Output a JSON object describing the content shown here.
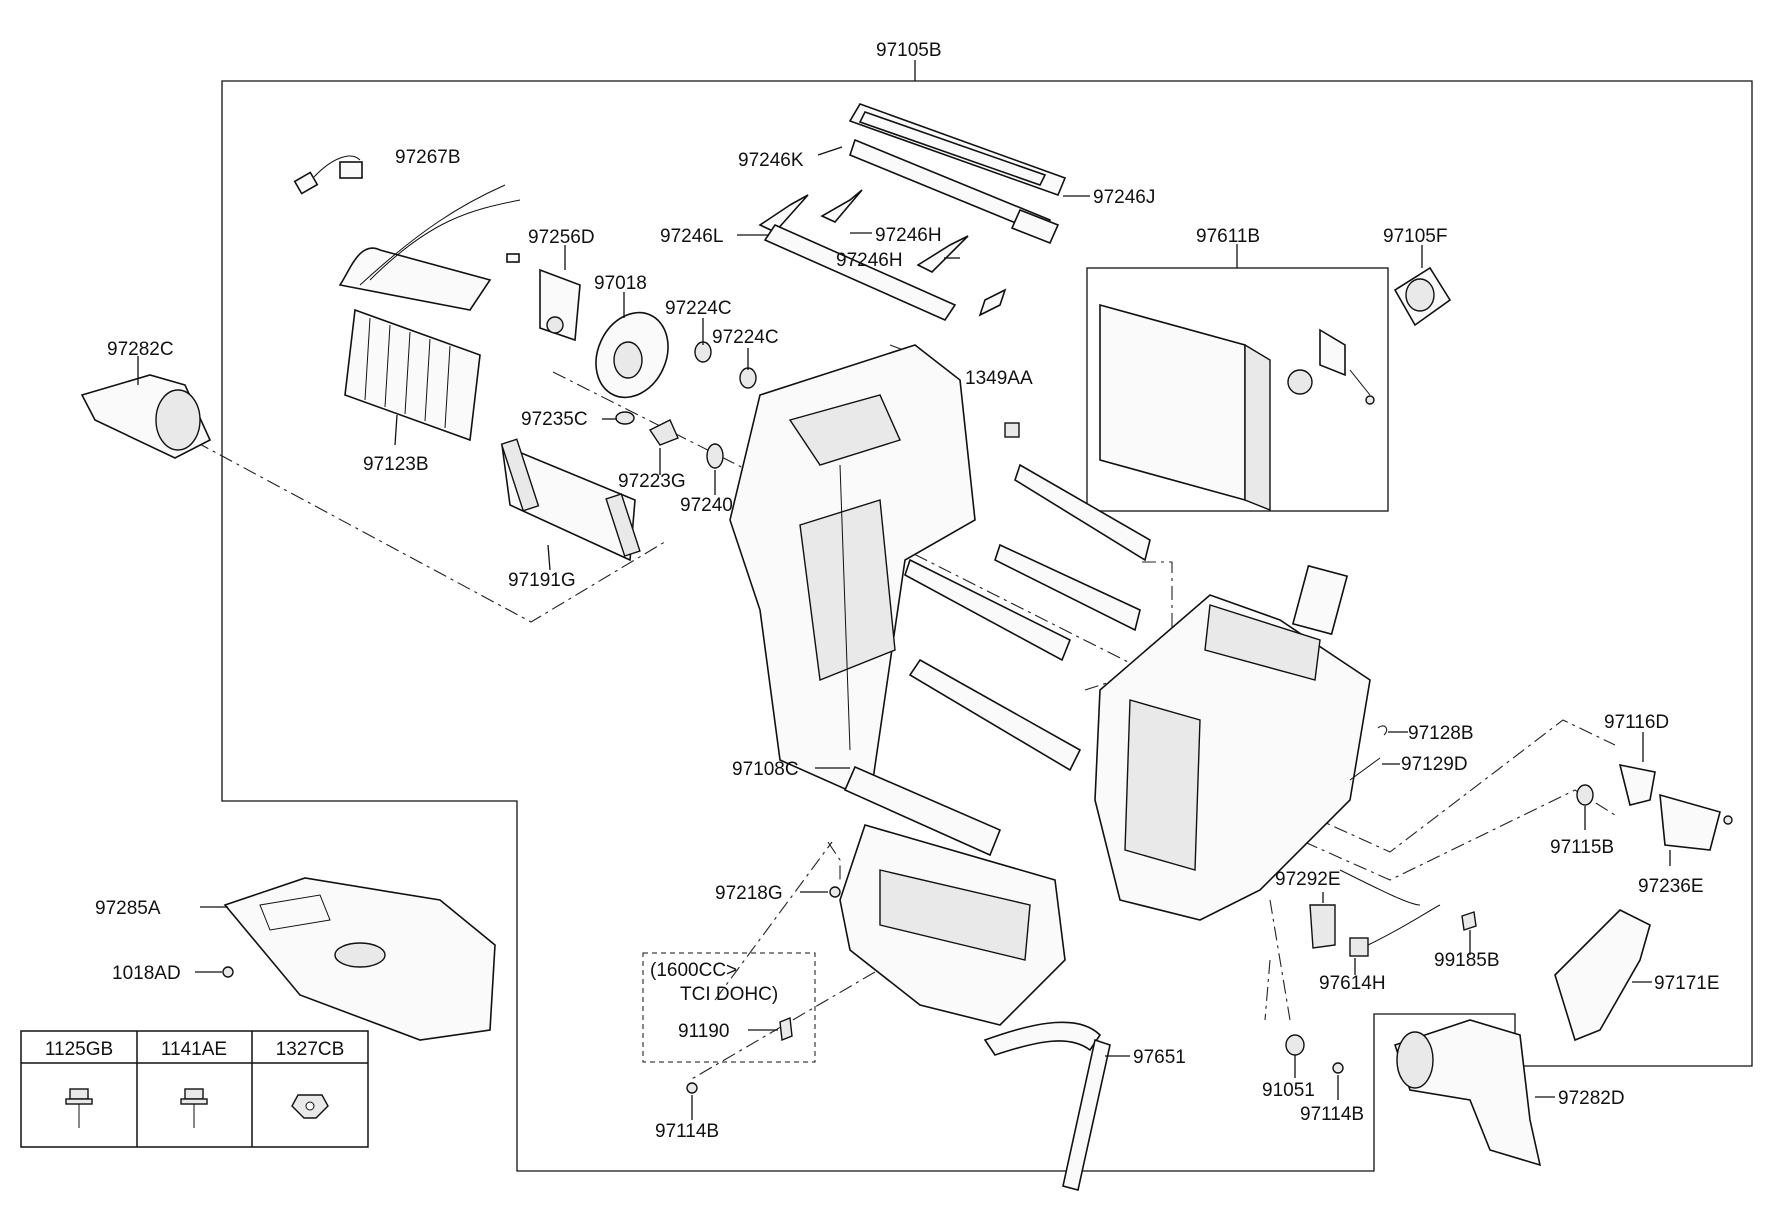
{
  "labels": {
    "p97105B": "97105B",
    "p97267B": "97267B",
    "p97246K": "97246K",
    "p97246J": "97246J",
    "p97246L": "97246L",
    "p97246H_1": "97246H",
    "p97246H_2": "97246H",
    "p97611B": "97611B",
    "p97105F": "97105F",
    "p97256D": "97256D",
    "p97018": "97018",
    "p97224C_1": "97224C",
    "p97224C_2": "97224C",
    "p1349AA": "1349AA",
    "p97282C": "97282C",
    "p97235C": "97235C",
    "p97123B": "97123B",
    "p97223G": "97223G",
    "p97240": "97240",
    "p97191G": "97191G",
    "p97128B": "97128B",
    "p97116D": "97116D",
    "p97129D": "97129D",
    "p97108C": "97108C",
    "p97115B": "97115B",
    "p97236E": "97236E",
    "p97292E": "97292E",
    "p97218G": "97218G",
    "p97285A": "97285A",
    "p99185B": "99185B",
    "p97614H": "97614H",
    "p1018AD": "1018AD",
    "p97171E": "97171E",
    "note_line1": "(1600CC>",
    "note_line2": "TCI DOHC)",
    "p91190": "91190",
    "p97651": "97651",
    "p91051": "91051",
    "p97114B_1": "97114B",
    "p97114B_2": "97114B",
    "p97282D": "97282D"
  },
  "fastener_table": {
    "headers": [
      "1125GB",
      "1141AE",
      "1327CB"
    ],
    "icons": [
      "bolt-icon",
      "bolt-icon",
      "nut-icon"
    ]
  }
}
